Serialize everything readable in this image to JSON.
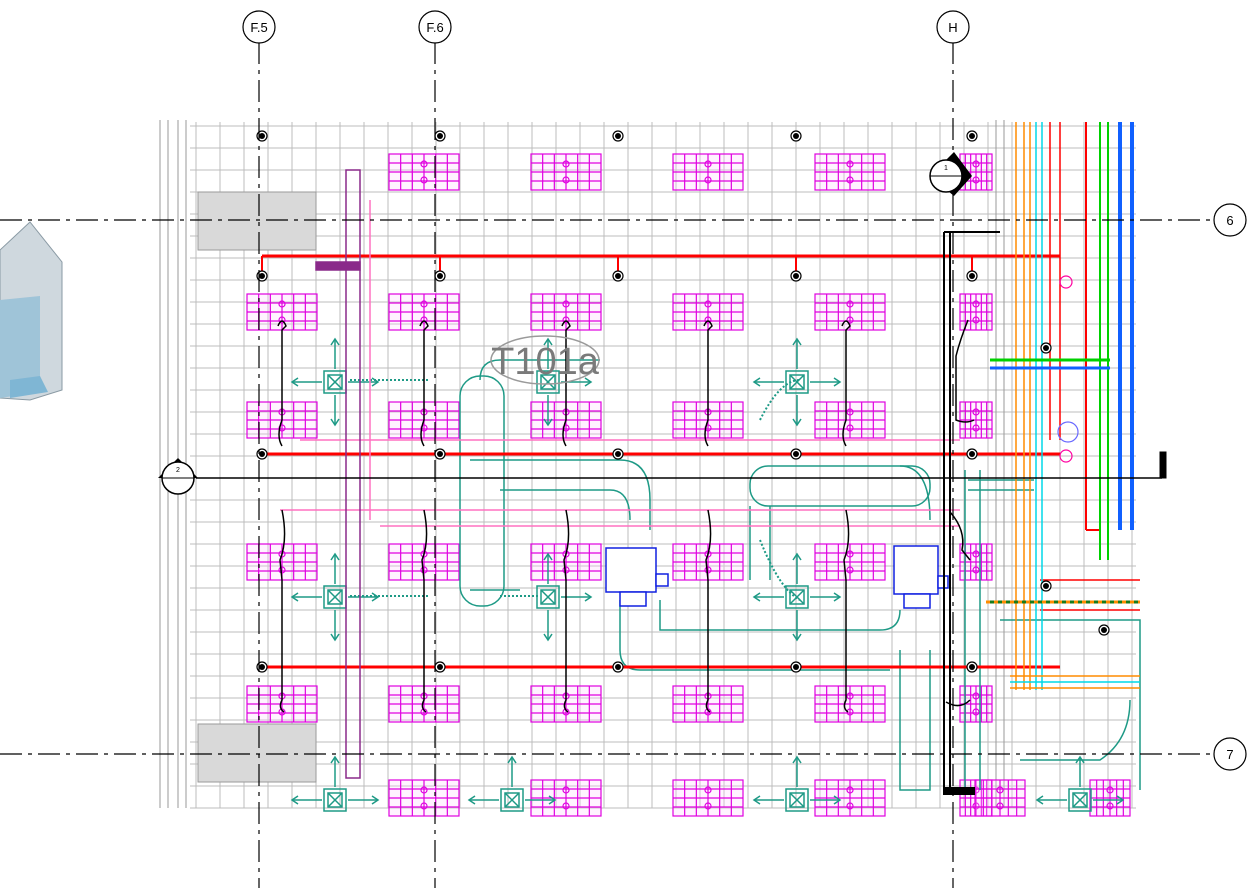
{
  "view": {
    "title": "",
    "room_tag": "T101a"
  },
  "grid_lines": {
    "vertical": [
      {
        "label": "F.5"
      },
      {
        "label": "F.6"
      },
      {
        "label": "H"
      }
    ],
    "horizontal": [
      {
        "label": "6"
      },
      {
        "label": "7"
      }
    ]
  },
  "section_markers": [
    {
      "label": "1"
    },
    {
      "label": "2"
    }
  ],
  "colors": {
    "background": "#ffffff",
    "grid": "#b8b8b8",
    "diffuser": "#e000e0",
    "supply_main": "#ff0000",
    "duct": "#1e9a86",
    "vav_box": "#1020e0",
    "pipe_orange": "#ff8c00",
    "pipe_green": "#00d000",
    "pipe_cyan": "#00d8e8",
    "pipe_blue": "#1060ff",
    "flex_pink": "#ff70c0",
    "conduit_black": "#000000",
    "gridline": "#000000"
  }
}
